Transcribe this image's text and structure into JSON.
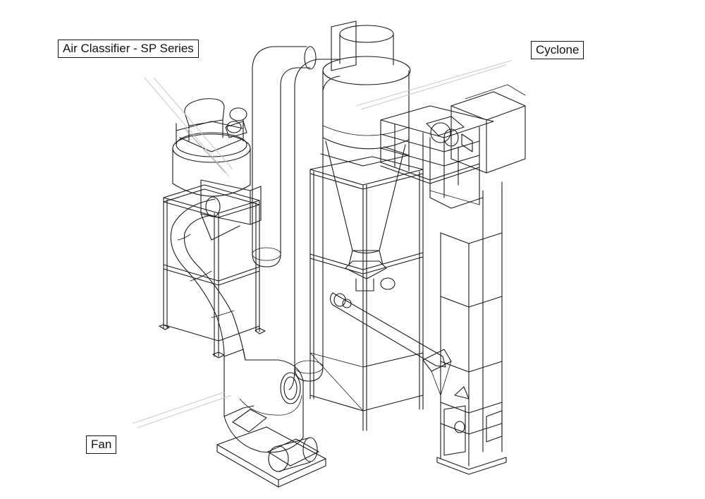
{
  "labels": {
    "air_classifier": "Air Classifier - SP Series",
    "cyclone": "Cyclone",
    "fan": "Fan"
  },
  "colors": {
    "line": "#1a1a1a",
    "leader": "#c8c8c8",
    "background": "#ffffff"
  }
}
